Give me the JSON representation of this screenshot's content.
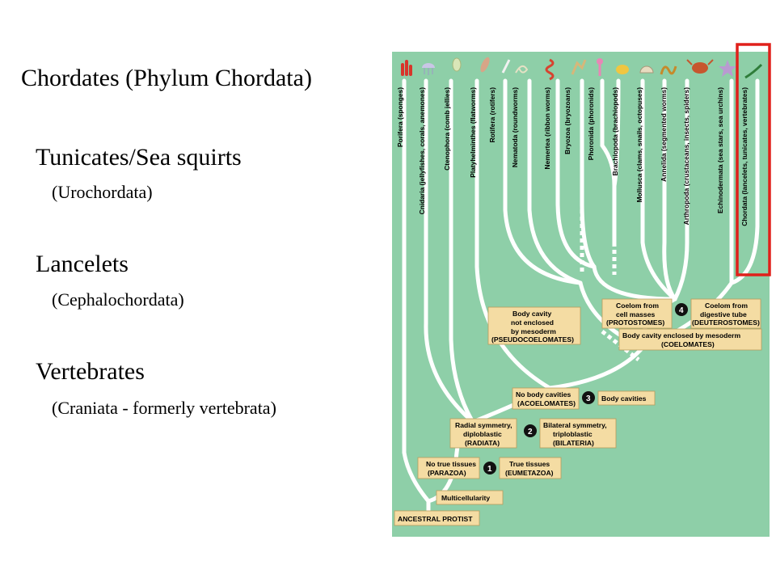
{
  "slide": {
    "title": "Chordates (Phylum Chordata)",
    "groups": [
      {
        "name": "Tunicates/Sea squirts",
        "taxon": "(Urochordata)"
      },
      {
        "name": "Lancelets",
        "taxon": "(Cephalochordata)"
      },
      {
        "name": "Vertebrates",
        "taxon": "(Craniata - formerly vertebrata)"
      }
    ]
  },
  "tree": {
    "phyla": [
      "Porifera (sponges)",
      "Cnidaria (jellyfishes, corals, anemones)",
      "Ctenophora (comb jellies)",
      "Platyhelminthes (flatworms)",
      "Rotifera (rotifers)",
      "Nematoda (roundworms)",
      "Nemertea (ribbon worms)",
      "Bryozoa (bryozoans)",
      "Phoronida (phoronids)",
      "Brachiopoda (brachiopods)",
      "Mollusca (clams, snails, octopuses)",
      "Annelida (segmented worms)",
      "Arthropoda (crustaceans, insects, spiders)",
      "Echinodermata (sea stars, sea urchins)",
      "Chordata (lancelets, tunicates, vertebrates)"
    ],
    "root": "ANCESTRAL PROTIST",
    "multicellularity": "Multicellularity",
    "branch1": {
      "number": "1",
      "left": [
        "No true tissues",
        "(PARAZOA)"
      ],
      "right": [
        "True tissues",
        "(EUMETAZOA)"
      ]
    },
    "branch2": {
      "number": "2",
      "left": [
        "Radial symmetry,",
        "diploblastic",
        "(RADIATA)"
      ],
      "right": [
        "Bilateral symmetry,",
        "triploblastic",
        "(BILATERIA)"
      ]
    },
    "branch3": {
      "number": "3",
      "left": [
        "No body cavities",
        "(ACOELOMATES)"
      ],
      "right": [
        "Body cavities"
      ]
    },
    "pseudo": [
      "Body cavity",
      "not enclosed",
      "by mesoderm",
      "(PSEUDOCOELOMATES)"
    ],
    "coelomates": [
      "Body cavity enclosed by mesoderm",
      "(COELOMATES)"
    ],
    "branch4": {
      "number": "4",
      "left": [
        "Coelom from",
        "cell masses",
        "(PROTOSTOMES)"
      ],
      "right": [
        "Coelom from",
        "digestive tube",
        "(DEUTEROSTOMES)"
      ]
    },
    "colors": {
      "background": "#8ecfa8",
      "branch": "#ffffff",
      "box": "#f4dca3",
      "highlight": "#e0201b"
    }
  }
}
